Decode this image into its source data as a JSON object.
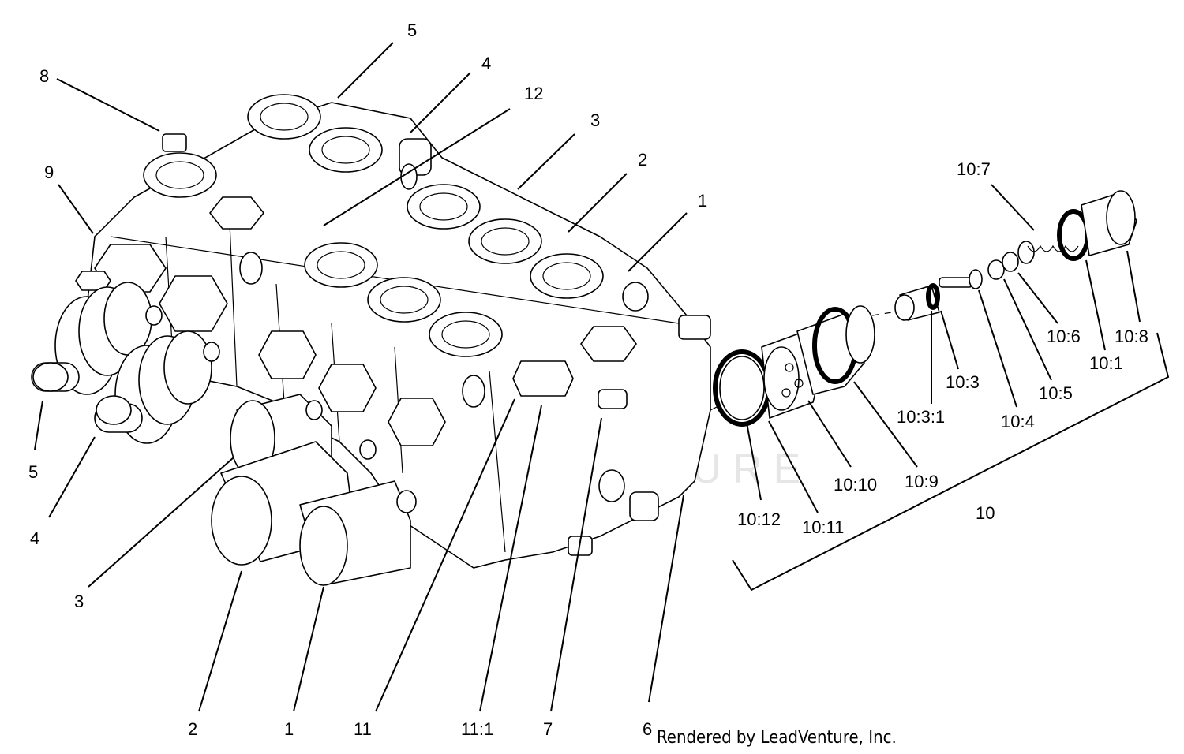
{
  "watermark": "LEADVENTURE",
  "credit": "Rendered by LeadVenture, Inc.",
  "callouts": [
    {
      "id": "c-5-top",
      "text": "5"
    },
    {
      "id": "c-4-top",
      "text": "4"
    },
    {
      "id": "c-12",
      "text": "12"
    },
    {
      "id": "c-8",
      "text": "8"
    },
    {
      "id": "c-3-top",
      "text": "3"
    },
    {
      "id": "c-2-top",
      "text": "2"
    },
    {
      "id": "c-1-top",
      "text": "1"
    },
    {
      "id": "c-9",
      "text": "9"
    },
    {
      "id": "c-5-left",
      "text": "5"
    },
    {
      "id": "c-4-left",
      "text": "4"
    },
    {
      "id": "c-3-left",
      "text": "3"
    },
    {
      "id": "c-2-bottom",
      "text": "2"
    },
    {
      "id": "c-1-bottom",
      "text": "1"
    },
    {
      "id": "c-11",
      "text": "11"
    },
    {
      "id": "c-11-1",
      "text": "11:1"
    },
    {
      "id": "c-7",
      "text": "7"
    },
    {
      "id": "c-6",
      "text": "6"
    },
    {
      "id": "c-10",
      "text": "10"
    },
    {
      "id": "c-10-1",
      "text": "10:1"
    },
    {
      "id": "c-10-3",
      "text": "10:3"
    },
    {
      "id": "c-10-3-1",
      "text": "10:3:1"
    },
    {
      "id": "c-10-4",
      "text": "10:4"
    },
    {
      "id": "c-10-5",
      "text": "10:5"
    },
    {
      "id": "c-10-6",
      "text": "10:6"
    },
    {
      "id": "c-10-7",
      "text": "10:7"
    },
    {
      "id": "c-10-8",
      "text": "10:8"
    },
    {
      "id": "c-10-9",
      "text": "10:9"
    },
    {
      "id": "c-10-10",
      "text": "10:10"
    },
    {
      "id": "c-10-11",
      "text": "10:11"
    },
    {
      "id": "c-10-12",
      "text": "10:12"
    }
  ]
}
